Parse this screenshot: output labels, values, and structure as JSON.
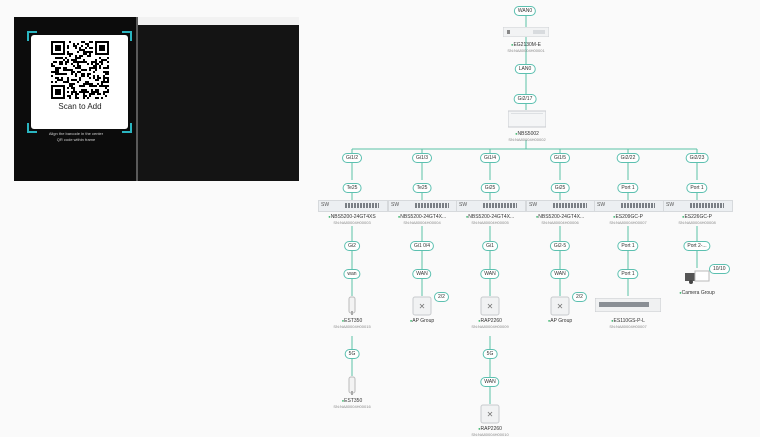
{
  "scan_panel": {
    "title": "Scan to Add",
    "hint_line1": "Align the barcode in the center",
    "hint_line2": "QR code within frame"
  },
  "colors": {
    "link": "#59c1a5",
    "pill_border": "#5cc0b0",
    "online": "#3db56e"
  },
  "topology": {
    "top_port": "WAN0",
    "gateway": {
      "name": "EG2130M-E",
      "sn": "SN:NA80004H00001",
      "icon": "gateway-icon"
    },
    "gateway_down_port": "LAN0",
    "core_up_port": "Gi2/17",
    "core": {
      "name": "NBS5002",
      "sn": "SN:NA80004H00002",
      "icon": "core-switch-icon"
    },
    "branches": [
      {
        "uplink": "Gi1/2",
        "downlink": "Te25",
        "switch_tag": "SW",
        "switch_name": "NBS5200-24GT4XS",
        "switch_sn": "SN:NA80004H00003",
        "chain": [
          {
            "type": "port",
            "text": "Gi2"
          },
          {
            "type": "port",
            "text": "wan"
          },
          {
            "type": "device",
            "name": "EST350",
            "sn": "SN:NA80004H00015",
            "icon": "outdoor-bridge-icon"
          },
          {
            "type": "port",
            "text": "5G"
          },
          {
            "type": "device",
            "name": "EST350",
            "sn": "SN:NA80004H00016",
            "icon": "outdoor-bridge-icon"
          }
        ]
      },
      {
        "uplink": "Gi1/3",
        "downlink": "Te25",
        "switch_tag": "SW",
        "switch_name": "NBS5200-24GT4X...",
        "switch_sn": "SN:NA80004H00004",
        "chain": [
          {
            "type": "port",
            "text": "Gi1 0/4"
          },
          {
            "type": "port",
            "text": "WAN"
          },
          {
            "type": "group",
            "name": "AP Group",
            "count": "2/2",
            "icon": "ap-icon"
          }
        ]
      },
      {
        "uplink": "Gi1/4",
        "downlink": "Gi25",
        "switch_tag": "SW",
        "switch_name": "NBS5200-24GT4X...",
        "switch_sn": "SN:NA80004H00005",
        "chain": [
          {
            "type": "port",
            "text": "Gi1"
          },
          {
            "type": "port",
            "text": "WAN"
          },
          {
            "type": "device",
            "name": "RAP2260",
            "sn": "SN:NA80004H00009",
            "icon": "ap-icon"
          },
          {
            "type": "port",
            "text": "5G"
          },
          {
            "type": "port",
            "text": "WAN"
          },
          {
            "type": "device",
            "name": "RAP2260",
            "sn": "SN:NA80004H00010",
            "icon": "ap-icon"
          }
        ]
      },
      {
        "uplink": "Gi1/5",
        "downlink": "Gi25",
        "switch_tag": "SW",
        "switch_name": "NBS5200-24GT4X...",
        "switch_sn": "SN:NA80004H00006",
        "chain": [
          {
            "type": "port",
            "text": "Gi2-5"
          },
          {
            "type": "port",
            "text": "WAN"
          },
          {
            "type": "group",
            "name": "AP Group",
            "count": "2/2",
            "icon": "ap-icon"
          }
        ]
      },
      {
        "uplink": "Gi2/22",
        "downlink": "Port 1",
        "switch_tag": "SW",
        "switch_name": "ES209GC-P",
        "switch_sn": "SN:NA80004H00007",
        "chain": [
          {
            "type": "port",
            "text": "Port 1"
          },
          {
            "type": "port",
            "text": "Port 1"
          },
          {
            "type": "device",
            "name": "ES110GS-P-L",
            "sn": "SN:NA80004H00007",
            "icon": "switch-icon"
          }
        ]
      },
      {
        "uplink": "Gi2/23",
        "downlink": "Port 1",
        "switch_tag": "SW",
        "switch_name": "ES226GC-P",
        "switch_sn": "SN:NA80004H00008",
        "chain": [
          {
            "type": "port",
            "text": "Port 2-..."
          },
          {
            "type": "group",
            "name": "Camera Group",
            "count": "10/10",
            "icon": "camera-icon"
          }
        ]
      }
    ]
  }
}
